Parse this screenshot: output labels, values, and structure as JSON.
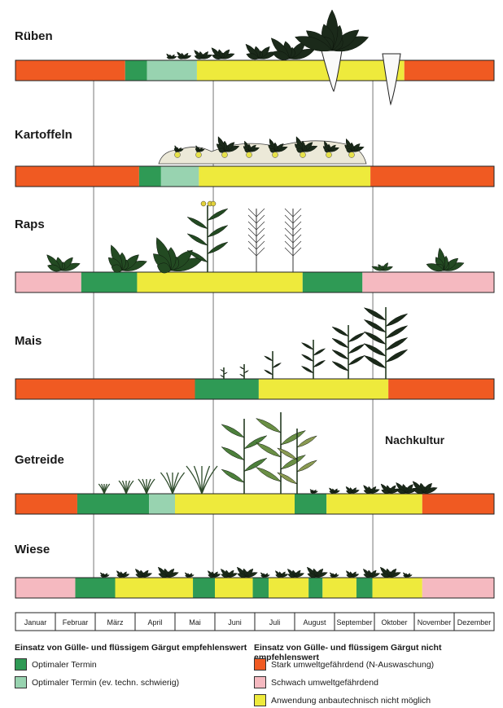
{
  "months": [
    "Januar",
    "Februar",
    "März",
    "April",
    "Mai",
    "Juni",
    "Juli",
    "August",
    "September",
    "Oktober",
    "November",
    "Dezember"
  ],
  "colors": {
    "red": "#f05a22",
    "pink": "#f5b9c0",
    "green": "#2f9a55",
    "lightgreen": "#98d3b0",
    "yellow": "#eeea3c",
    "plant": "#1b2a1a"
  },
  "crops": [
    {
      "name": "Rüben",
      "segments": [
        {
          "from": 0,
          "to": 2.75,
          "color": "red"
        },
        {
          "from": 2.75,
          "to": 3.3,
          "color": "green"
        },
        {
          "from": 3.3,
          "to": 4.55,
          "color": "lightgreen"
        },
        {
          "from": 4.55,
          "to": 9.75,
          "color": "yellow"
        },
        {
          "from": 9.75,
          "to": 12,
          "color": "red"
        }
      ]
    },
    {
      "name": "Kartoffeln",
      "segments": [
        {
          "from": 0,
          "to": 3.1,
          "color": "red"
        },
        {
          "from": 3.1,
          "to": 3.65,
          "color": "green"
        },
        {
          "from": 3.65,
          "to": 4.6,
          "color": "lightgreen"
        },
        {
          "from": 4.6,
          "to": 8.9,
          "color": "yellow"
        },
        {
          "from": 8.9,
          "to": 12,
          "color": "red"
        }
      ]
    },
    {
      "name": "Raps",
      "segments": [
        {
          "from": 0,
          "to": 1.65,
          "color": "pink"
        },
        {
          "from": 1.65,
          "to": 3.05,
          "color": "green"
        },
        {
          "from": 3.05,
          "to": 7.2,
          "color": "yellow"
        },
        {
          "from": 7.2,
          "to": 8.7,
          "color": "green"
        },
        {
          "from": 8.7,
          "to": 12,
          "color": "pink"
        }
      ]
    },
    {
      "name": "Mais",
      "segments": [
        {
          "from": 0,
          "to": 4.5,
          "color": "red"
        },
        {
          "from": 4.5,
          "to": 6.1,
          "color": "green"
        },
        {
          "from": 6.1,
          "to": 9.35,
          "color": "yellow"
        },
        {
          "from": 9.35,
          "to": 12,
          "color": "red"
        }
      ]
    },
    {
      "name": "Getreide",
      "segments": [
        {
          "from": 0,
          "to": 1.55,
          "color": "red"
        },
        {
          "from": 1.55,
          "to": 3.35,
          "color": "green"
        },
        {
          "from": 3.35,
          "to": 4.0,
          "color": "lightgreen"
        },
        {
          "from": 4.0,
          "to": 7.0,
          "color": "yellow"
        },
        {
          "from": 7.0,
          "to": 7.8,
          "color": "green"
        },
        {
          "from": 7.8,
          "to": 10.2,
          "color": "yellow"
        },
        {
          "from": 10.2,
          "to": 12,
          "color": "red"
        }
      ]
    },
    {
      "name": "Wiese",
      "segments": [
        {
          "from": 0,
          "to": 1.5,
          "color": "pink"
        },
        {
          "from": 1.5,
          "to": 2.5,
          "color": "green"
        },
        {
          "from": 2.5,
          "to": 4.45,
          "color": "yellow"
        },
        {
          "from": 4.45,
          "to": 5.0,
          "color": "green"
        },
        {
          "from": 5.0,
          "to": 5.95,
          "color": "yellow"
        },
        {
          "from": 5.95,
          "to": 6.35,
          "color": "green"
        },
        {
          "from": 6.35,
          "to": 7.35,
          "color": "yellow"
        },
        {
          "from": 7.35,
          "to": 7.7,
          "color": "green"
        },
        {
          "from": 7.7,
          "to": 8.55,
          "color": "yellow"
        },
        {
          "from": 8.55,
          "to": 8.95,
          "color": "green"
        },
        {
          "from": 8.95,
          "to": 10.2,
          "color": "yellow"
        },
        {
          "from": 10.2,
          "to": 12,
          "color": "pink"
        }
      ]
    }
  ],
  "nachkultur": "Nachkultur",
  "legend": {
    "left_title": "Einsatz von Gülle- und flüssigem Gärgut empfehlenswert",
    "right_title": "Einsatz von Gülle- und flüssigem Gärgut nicht empfehlenswert",
    "left": [
      {
        "label": "Optimaler Termin",
        "color": "green"
      },
      {
        "label": "Optimaler Termin (ev. techn. schwierig)",
        "color": "lightgreen"
      }
    ],
    "right": [
      {
        "label": "Stark umweltgefährdend (N-Auswaschung)",
        "color": "red"
      },
      {
        "label": "Schwach umweltgefährdend",
        "color": "pink"
      },
      {
        "label": "Anwendung anbautechnisch nicht möglich",
        "color": "yellow"
      }
    ]
  }
}
